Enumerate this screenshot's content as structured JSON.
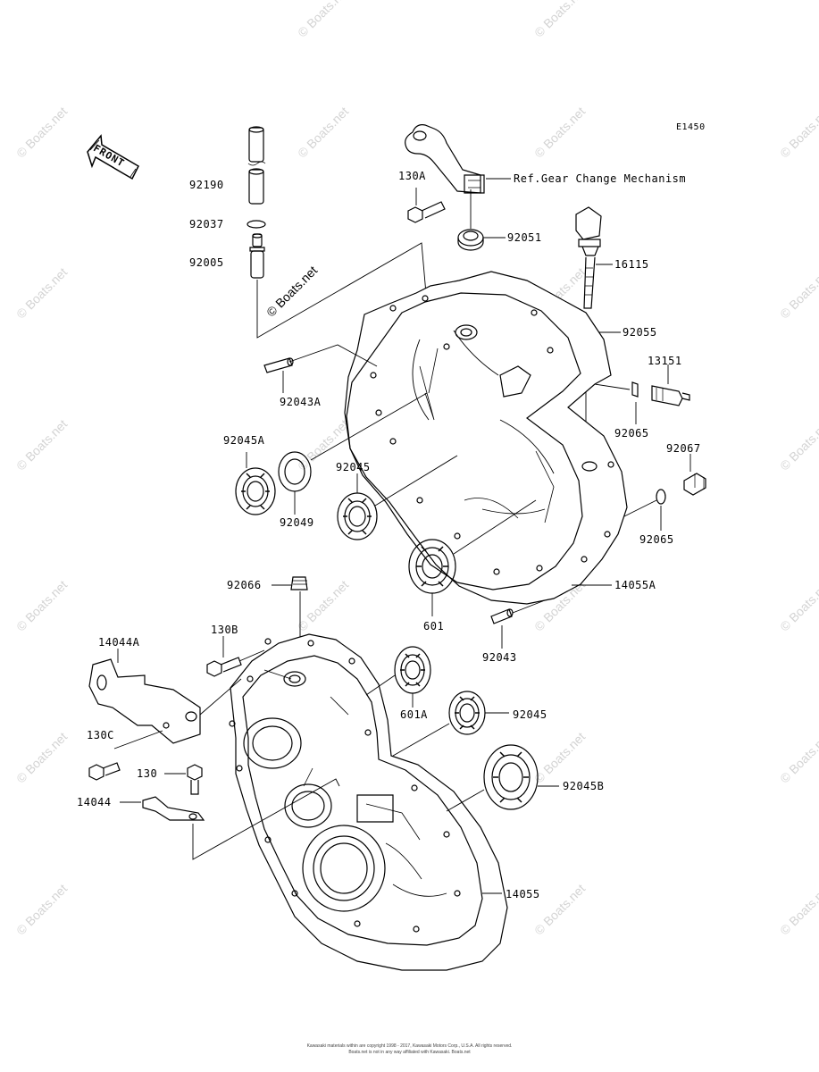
{
  "diagram_code": "E1450",
  "front_label": "FRONT",
  "reference_note": "Ref.Gear Change Mechanism",
  "watermark_text": "© Boats.net",
  "copyright_lines": [
    "Kawasaki materials within are copyright 1998 - 2017, Kawasaki Motors Corp., U.S.A. All rights reserved.",
    "Boats.net is not in any way affiliated with Kawasaki. Boats.net"
  ],
  "part_labels": {
    "p92190": "92190",
    "p92037": "92037",
    "p92005": "92005",
    "p130A": "130A",
    "p92051": "92051",
    "p16115": "16115",
    "p92055": "92055",
    "p13151": "13151",
    "p92043A": "92043A",
    "p92065a": "92065",
    "p92067": "92067",
    "p92045A": "92045A",
    "p92045a": "92045",
    "p92049": "92049",
    "p92065b": "92065",
    "p92066": "92066",
    "p14055A": "14055A",
    "p601": "601",
    "p130B": "130B",
    "p14044A": "14044A",
    "p92043": "92043",
    "p601A": "601A",
    "p92045b": "92045",
    "p130C": "130C",
    "p130": "130",
    "p92045B": "92045B",
    "p14044": "14044",
    "p14055": "14055"
  },
  "colors": {
    "ink": "#000000",
    "watermark": "#d4d4d4",
    "paper": "#ffffff"
  }
}
